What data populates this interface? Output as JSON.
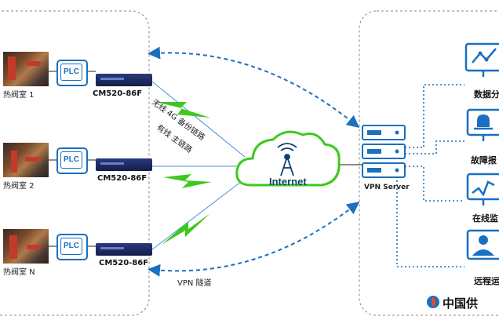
{
  "sites": [
    {
      "label": "热阀室 1",
      "plc": "PLC",
      "device": "CM520-86F"
    },
    {
      "label": "热阀室 2",
      "plc": "PLC",
      "device": "CM520-86F"
    },
    {
      "label": "热阀室 N",
      "plc": "PLC",
      "device": "CM520-86F"
    }
  ],
  "links": {
    "wireless": "无线 4G  备份链路",
    "wired": "有线  主链路",
    "vpn_tunnel": "VPN 隧道"
  },
  "cloud": {
    "label": "Internet"
  },
  "server": {
    "label": "VPN Server"
  },
  "services": [
    {
      "label": "数据分",
      "icon": "chart-monitor-icon"
    },
    {
      "label": "故障报",
      "icon": "alarm-monitor-icon"
    },
    {
      "label": "在线监",
      "icon": "trend-monitor-icon"
    },
    {
      "label": "远程运",
      "icon": "user-monitor-icon"
    }
  ],
  "brand": {
    "label": "中国供"
  },
  "colors": {
    "accent": "#1a6fc0",
    "wireless": "#3ec81e",
    "cloud": "#3ec81e",
    "line": "#4a90d9"
  }
}
